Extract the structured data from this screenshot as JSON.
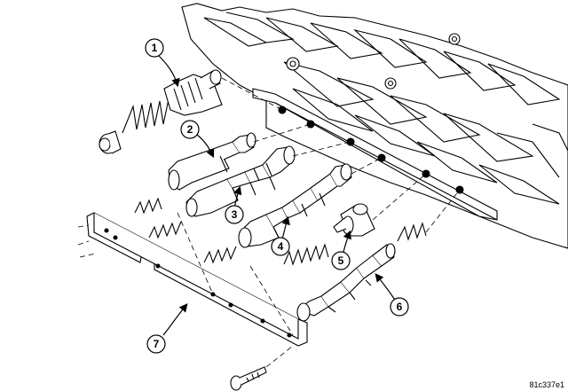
{
  "figure_id": "81c337e1",
  "callouts": [
    {
      "id": "callout-1",
      "label": "1"
    },
    {
      "id": "callout-2",
      "label": "2"
    },
    {
      "id": "callout-3",
      "label": "3"
    },
    {
      "id": "callout-4",
      "label": "4"
    },
    {
      "id": "callout-5",
      "label": "5"
    },
    {
      "id": "callout-6",
      "label": "6"
    },
    {
      "id": "callout-7",
      "label": "7"
    }
  ]
}
